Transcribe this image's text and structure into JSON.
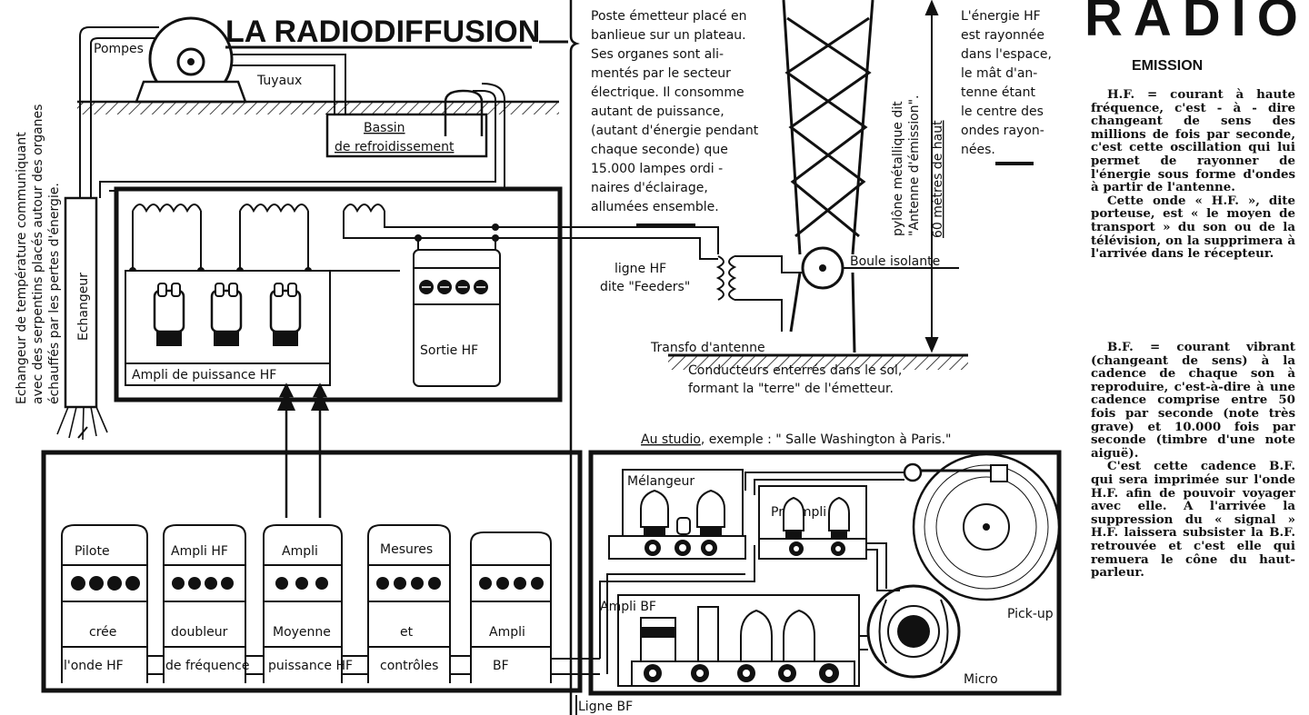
{
  "header": {
    "main_title": "LA RADIODIFFUSION",
    "corner_title": "RADIO"
  },
  "emitter": {
    "left_label": "Echangeur de température communiquant avec des serpentins placés autour des organes échauffés par les pertes d'énergie.",
    "echangeur": "Echangeur",
    "pompes": "Pompes",
    "tuyaux": "Tuyaux",
    "bassin_line1": "Bassin",
    "bassin_line2": "de refroidissement",
    "ampli_puissance": "Ampli de puissance HF",
    "sortie_hf": "Sortie HF"
  },
  "notes": {
    "poste": [
      "Poste émetteur placé en",
      "banlieue sur un plateau.",
      "Ses organes sont ali-",
      "mentés par le secteur",
      "électrique. Il consomme",
      "autant de puissance,",
      "(autant d'énergie pendant",
      "chaque seconde) que",
      "15.000 lampes ordi -",
      "naires d'éclairage,",
      "allumées ensemble."
    ],
    "energie": [
      "L'énergie HF",
      "est rayonnée",
      "dans l'espace,",
      "le mât d'an-",
      "tenne étant",
      "le centre des",
      "ondes rayon-",
      "nées."
    ],
    "pylone_line1": "pylône métallique dit",
    "pylone_line2": "\"Antenne d'émission\".",
    "hauteur": "60 mètres de haut",
    "boule": "Boule isolante",
    "ligne_hf_line1": "ligne HF",
    "ligne_hf_line2": "dite \"Feeders\"",
    "transfo": "Transfo d'antenne",
    "conducteurs_line1": "Conducteurs enterrés dans le sol,",
    "conducteurs_line2": "formant la \"terre\" de l'émetteur."
  },
  "modules": [
    {
      "title": "Pilote",
      "mid": "crée",
      "bottom": "l'onde HF"
    },
    {
      "title": "Ampli HF",
      "mid": "doubleur",
      "bottom": "de fréquence"
    },
    {
      "title": "Ampli",
      "mid": "Moyenne",
      "bottom": "puissance HF"
    },
    {
      "title": "Mesures",
      "mid": "et",
      "bottom": "contrôles"
    },
    {
      "title": "",
      "mid": "Ampli",
      "bottom": "BF"
    }
  ],
  "ligne_bf": "Ligne BF",
  "studio": {
    "caption_underlined": "Au studio",
    "caption_rest": ", exemple : \" Salle Washington à Paris.\"",
    "melangeur": "Mélangeur",
    "preampli": "Préampli",
    "ampli_bf": "Ampli BF",
    "pickup": "Pick-up",
    "micro": "Micro"
  },
  "article": {
    "section": "EMISSION",
    "hf_paragraphs": [
      "H.F. = courant à haute fréquence, c'est - à - dire changeant de sens des millions de fois par seconde, c'est cette oscillation qui lui permet de rayonner de l'énergie sous forme d'ondes à partir de l'antenne.",
      "Cette onde « H.F. », dite porteuse, est « le moyen de transport » du son ou de la télévision, on la supprimera à l'arrivée dans le récepteur."
    ],
    "bf_paragraphs": [
      "B.F. = courant vibrant (changeant de sens) à la cadence de chaque son à reproduire, c'est-à-dire à une cadence comprise entre 50 fois par seconde (note très grave) et 10.000 fois par seconde (timbre d'une note aiguë).",
      "C'est cette cadence B.F. qui sera imprimée sur l'onde H.F. afin de pouvoir voyager avec elle. A l'arrivée la suppression du « signal » H.F. laissera subsister la B.F. retrouvée et c'est elle qui remuera le cône du haut-parleur."
    ]
  }
}
